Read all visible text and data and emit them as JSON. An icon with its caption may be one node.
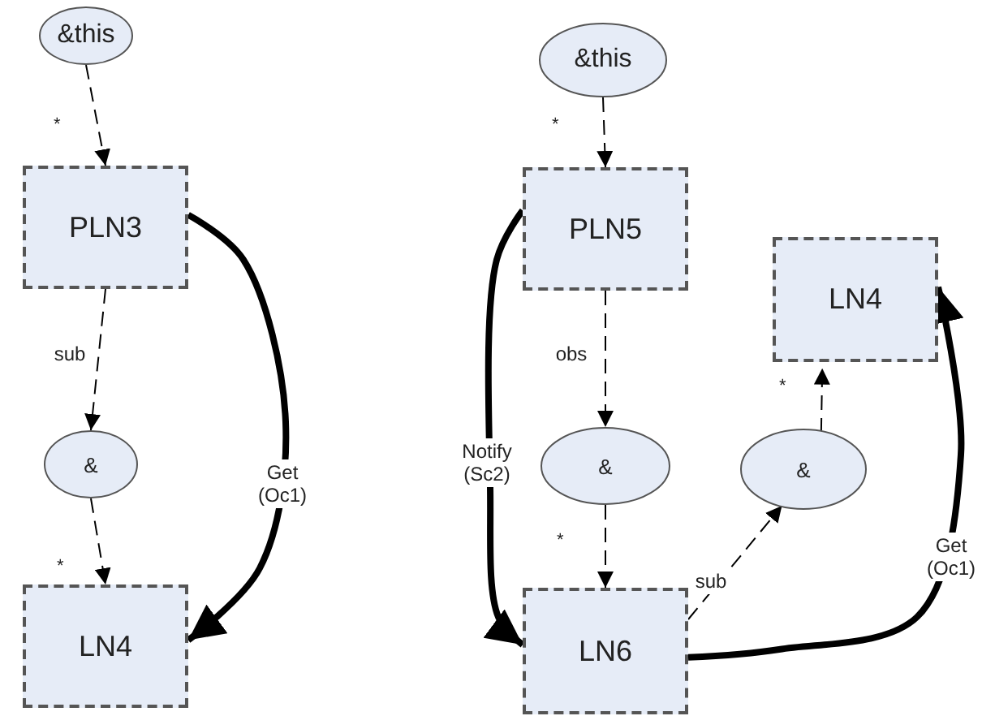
{
  "diagram": {
    "nodes": [
      {
        "text": [
          "&this"
        ]
      },
      {
        "text": [
          "PLN3"
        ]
      },
      {
        "text": [
          "&"
        ]
      },
      {
        "text": [
          "LN4"
        ]
      },
      {
        "text": [
          "&this"
        ]
      },
      {
        "text": [
          "PLN5"
        ]
      },
      {
        "text": [
          "&"
        ]
      },
      {
        "text": [
          "LN4"
        ]
      },
      {
        "text": [
          "&"
        ]
      },
      {
        "text": [
          "LN6"
        ]
      }
    ],
    "edges": [
      {
        "from": 0,
        "to": 1,
        "arrow": "to",
        "style": "dashed"
      },
      {
        "from": 1,
        "to": 2,
        "arrow": "to",
        "style": "dashed",
        "label": "sub"
      },
      {
        "from": 2,
        "to": 3,
        "arrow": "to",
        "style": "dashed"
      },
      {
        "from": 1,
        "to": 3,
        "arrow": "to",
        "style": "thick",
        "label": "Get (Oc1)"
      },
      {
        "from": 4,
        "to": 5,
        "arrow": "to",
        "style": "dashed"
      },
      {
        "from": 5,
        "to": 6,
        "arrow": "to",
        "style": "dashed",
        "label": "obs"
      },
      {
        "from": 6,
        "to": 9,
        "arrow": "to",
        "style": "dashed"
      },
      {
        "from": 5,
        "to": 9,
        "arrow": "to",
        "style": "thick",
        "label": "Notify (Sc2)"
      },
      {
        "from": 9,
        "to": 8,
        "arrow": "to",
        "style": "dashed",
        "label": "sub"
      },
      {
        "from": 8,
        "to": 7,
        "arrow": "to",
        "style": "dashed"
      },
      {
        "from": 9,
        "to": 7,
        "arrow": "to",
        "style": "thick",
        "label": "Get (Oc1)"
      }
    ],
    "labels": [
      "*",
      "*",
      "*",
      "*",
      "*"
    ]
  }
}
